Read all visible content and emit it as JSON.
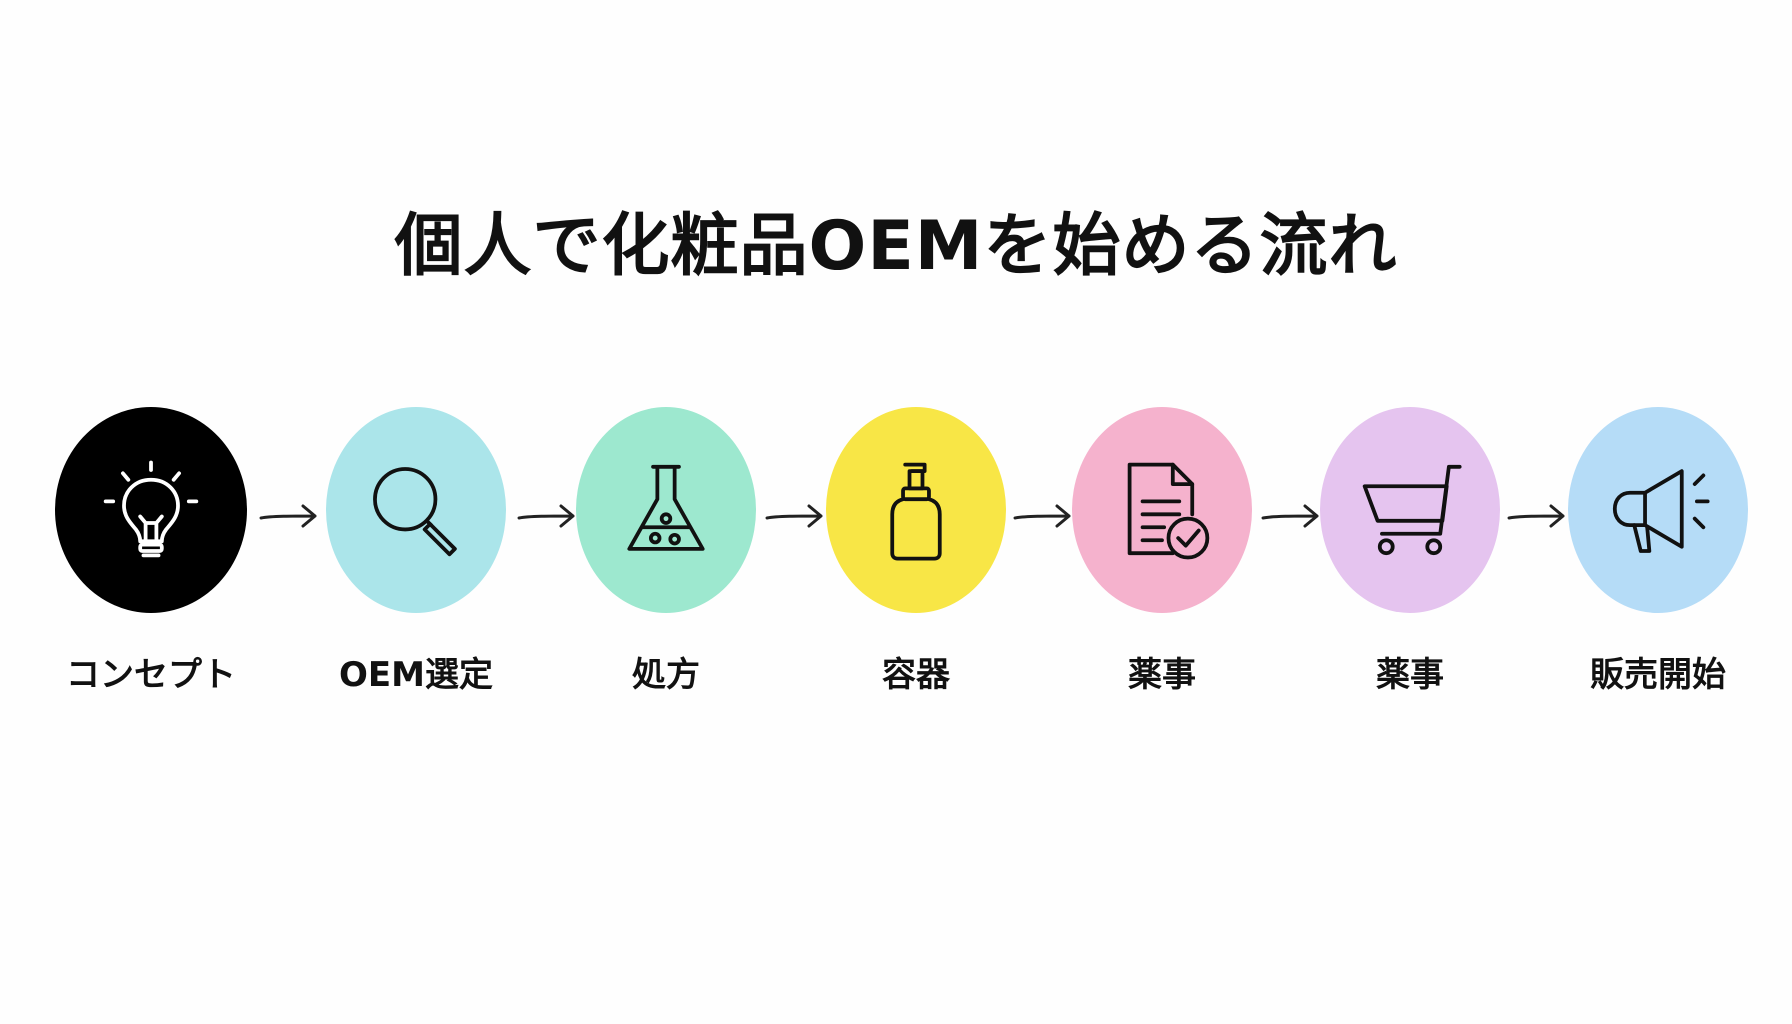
{
  "title": "個人で化粧品OEMを始める流れ",
  "steps": [
    {
      "label": "コンセプト",
      "icon": "lightbulb-icon",
      "color": "#000000"
    },
    {
      "label": "OEM選定",
      "icon": "search-icon",
      "color": "#abe5ea"
    },
    {
      "label": "処方",
      "icon": "flask-icon",
      "color": "#9de8cf"
    },
    {
      "label": "容器",
      "icon": "pump-bottle-icon",
      "color": "#f8e646"
    },
    {
      "label": "薬事",
      "icon": "document-check-icon",
      "color": "#f5b2cd"
    },
    {
      "label": "薬事",
      "icon": "shopping-cart-icon",
      "color": "#e5c4ef"
    },
    {
      "label": "販売開始",
      "icon": "megaphone-icon",
      "color": "#b5dcf7"
    }
  ]
}
